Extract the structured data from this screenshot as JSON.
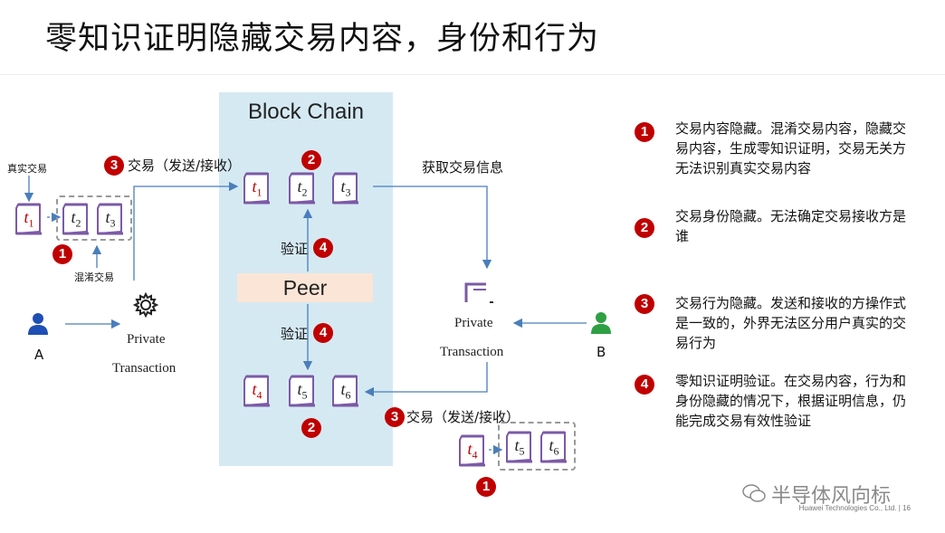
{
  "title": "零知识证明隐藏交易内容，身份和行为",
  "blockchain": {
    "title": "Block Chain",
    "peer": "Peer"
  },
  "labels": {
    "real_tx": "真实交易",
    "mix_tx": "混淆交易",
    "tx_send_recv": "交易（发送/接收）",
    "get_tx_info": "获取交易信息",
    "verify": "验证",
    "party_a": "A",
    "party_b": "B",
    "private": "Private",
    "transaction": "Transaction"
  },
  "badges": {
    "one": "1",
    "two": "2",
    "three": "3",
    "four": "4"
  },
  "tx": {
    "t": "t",
    "s1": "1",
    "s2": "2",
    "s3": "3",
    "s4": "4",
    "s5": "5",
    "s6": "6"
  },
  "notes": [
    {
      "num": "1",
      "text": "交易内容隐藏。混淆交易内容，隐藏交易内容，生成零知识证明，交易无关方无法识别真实交易内容"
    },
    {
      "num": "2",
      "text": "交易身份隐藏。无法确定交易接收方是谁"
    },
    {
      "num": "3",
      "text": "交易行为隐藏。发送和接收的方操作式是一致的，外界无法区分用户真实的交易行为"
    },
    {
      "num": "4",
      "text": "零知识证明验证。在交易内容，行为和身份隐藏的情况下，根据证明信息，仍能完成交易有效性验证"
    }
  ],
  "watermark": "半导体风向标",
  "footer": {
    "company": "Huawei Technologies Co., Ltd.",
    "page": "16"
  },
  "colors": {
    "badge": "#c00000",
    "arrow": "#4a7ebb",
    "doc_stroke": "#7b5aa6",
    "chain_bg": "#d5e9f3",
    "peer_bg": "#fbe5d6",
    "person": "#1f4eb4",
    "person_b": "#2ea043"
  },
  "icons": [
    "gear-icon",
    "person-icon",
    "document-icon",
    "wechat-icon"
  ]
}
